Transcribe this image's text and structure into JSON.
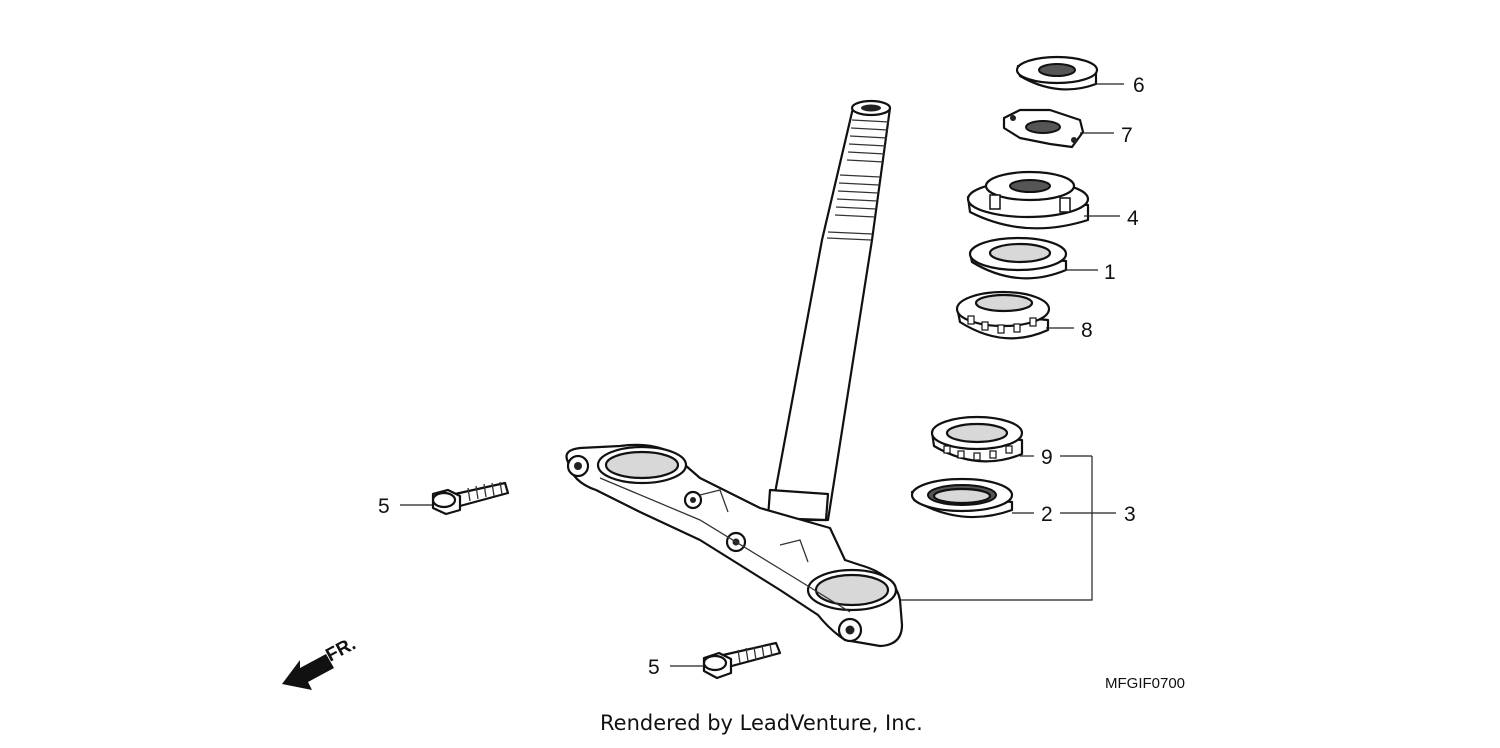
{
  "diagram": {
    "callouts": {
      "c1": "1",
      "c2": "2",
      "c3": "3",
      "c4": "4",
      "c5a": "5",
      "c5b": "5",
      "c6": "6",
      "c7": "7",
      "c8": "8",
      "c9": "9"
    },
    "direction_label": "FR.",
    "drawing_code": "MFGIF0700",
    "credit": "Rendered by LeadVenture, Inc."
  }
}
